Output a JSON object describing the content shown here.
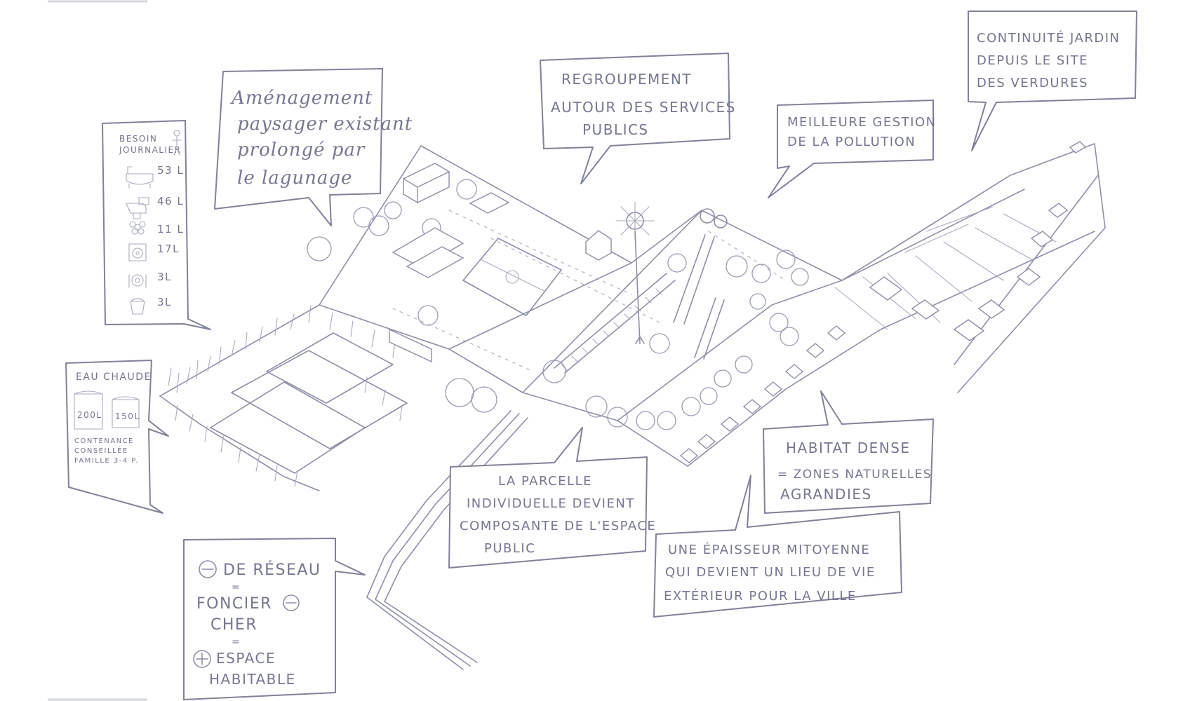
{
  "callouts": {
    "amenagement": [
      "Aménagement",
      "paysager existant",
      "prolongé par",
      "le lagunage"
    ],
    "regroupement": [
      "REGROUPEMENT",
      "AUTOUR DES SERVICES",
      "PUBLICS"
    ],
    "pollution": [
      "MEILLEURE GESTION",
      "DE LA POLLUTION"
    ],
    "continuite": [
      "CONTINUITÉ JARDIN",
      "DEPUIS LE SITE",
      "DES VERDURES"
    ],
    "parcelle": [
      "LA PARCELLE",
      "INDIVIDUELLE DEVIENT",
      "COMPOSANTE DE L'ESPACE",
      "PUBLIC"
    ],
    "habitat": [
      "HABITAT DENSE",
      "= ZONES NATURELLES",
      "AGRANDIES"
    ],
    "epaisseur": [
      "UNE ÉPAISSEUR MITOYENNE",
      "QUI DEVIENT UN LIEU DE VIE",
      "EXTÉRIEUR POUR LA VILLE"
    ],
    "reseau": [
      "DE RÉSEAU",
      "=",
      "FONCIER",
      "CHER",
      "=",
      "ESPACE",
      "HABITABLE"
    ]
  },
  "besoin": {
    "title": [
      "BESOIN",
      "JOURNALIER"
    ],
    "rows": [
      {
        "icon": "bathtub-icon",
        "value": "53 L"
      },
      {
        "icon": "toilet-icon",
        "value": "46 L"
      },
      {
        "icon": "plant-icon",
        "value": "11 L"
      },
      {
        "icon": "washing-machine-icon",
        "value": "17L"
      },
      {
        "icon": "dishes-icon",
        "value": "3L"
      },
      {
        "icon": "bucket-icon",
        "value": "3L"
      }
    ]
  },
  "eau_chaude": {
    "title": "EAU CHAUDE",
    "tanks": [
      "200L",
      "150L"
    ],
    "caption": [
      "CONTENANCE",
      "CONSEILLÉE",
      "FAMILLE 3-4 P."
    ]
  },
  "colors": {
    "ink": "#8c8fa6",
    "paper": "#ffffff"
  }
}
